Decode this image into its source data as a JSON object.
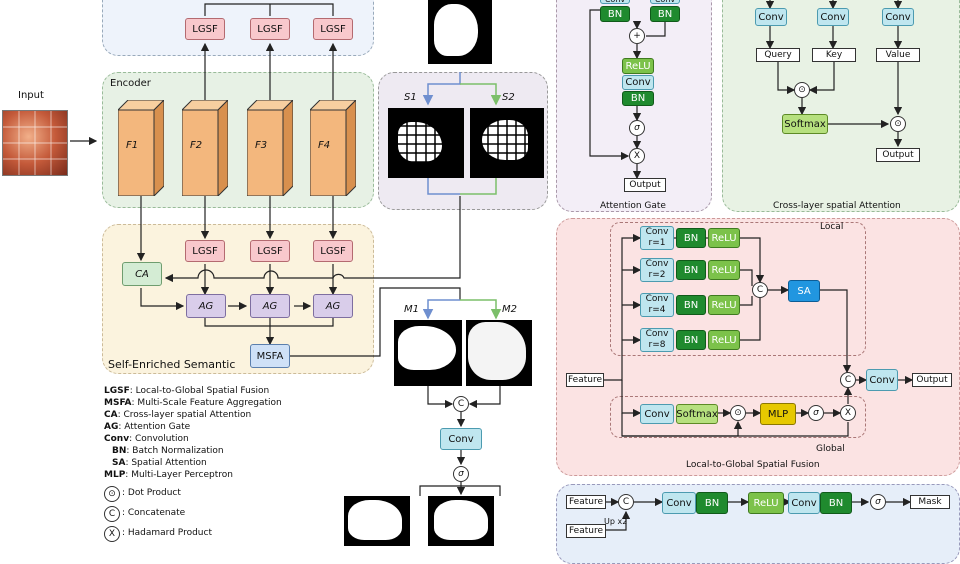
{
  "input_label": "Input",
  "encoder_label": "Encoder",
  "features": [
    "F1",
    "F2",
    "F3",
    "F4"
  ],
  "lgsf_label": "LGSF",
  "ca_label": "CA",
  "ag_label": "AG",
  "msfa_label": "MSFA",
  "se_label": "Self-Enriched Semantic",
  "s_labels": [
    "S1",
    "S2"
  ],
  "m_labels": [
    "M1",
    "M2"
  ],
  "conv_label": "Conv",
  "sigma": "σ",
  "legend": [
    {
      "abbr": "LGSF",
      "text": ": Local-to-Global Spatial Fusion"
    },
    {
      "abbr": "MSFA",
      "text": ": Multi-Scale Feature Aggregation"
    },
    {
      "abbr": "CA",
      "text": ": Cross-layer spatial Attention"
    },
    {
      "abbr": "AG",
      "text": ": Attention Gate"
    },
    {
      "abbr": "Conv",
      "text": ": Convolution"
    },
    {
      "abbr": "BN",
      "text": ": Batch Normalization"
    },
    {
      "abbr": "SA",
      "text": ": Spatial Attention"
    },
    {
      "abbr": "MLP",
      "text": ": Multi-Layer Perceptron"
    }
  ],
  "symbols": [
    {
      "sym": "⊙",
      "text": ": Dot Product"
    },
    {
      "sym": "C",
      "text": ": Concatenate"
    },
    {
      "sym": "X",
      "text": ": Hadamard Product"
    }
  ],
  "attention_gate": {
    "title": "Attention Gate",
    "conv": "Conv",
    "bn": "BN",
    "relu": "ReLU",
    "output": "Output"
  },
  "cross_layer": {
    "title": "Cross-layer spatial Attention",
    "conv": "Conv",
    "query": "Query",
    "key": "Key",
    "value": "Value",
    "softmax": "Softmax",
    "output": "Output"
  },
  "lgsf_detail": {
    "title": "Local-to-Global Spatial Fusion",
    "local": "Local",
    "global": "Global",
    "rates": [
      "r=1",
      "r=2",
      "r=4",
      "r=8"
    ],
    "conv": "Conv",
    "bn": "BN",
    "relu": "ReLU",
    "sa": "SA",
    "feature": "Feature",
    "softmax": "Softmax",
    "mlp": "MLP",
    "output": "Output"
  },
  "decoder": {
    "feature": "Feature",
    "up": "Up x2",
    "conv": "Conv",
    "bn": "BN",
    "relu": "ReLU",
    "mask": "Mask"
  },
  "colors": {
    "encoder_bg": "#e7f1e5",
    "se_bg": "#fbf3de",
    "lgsf": "#f8c8cc",
    "ag": "#d9cdea",
    "conv": "#bfe6ef",
    "bn": "#1f8a2e",
    "relu": "#7cc24a",
    "sa": "#2196e0",
    "mlp": "#e6c800",
    "cube": "#f3b77d",
    "arrow_blue": "#6f8fcf",
    "arrow_green": "#7cbf6a"
  }
}
